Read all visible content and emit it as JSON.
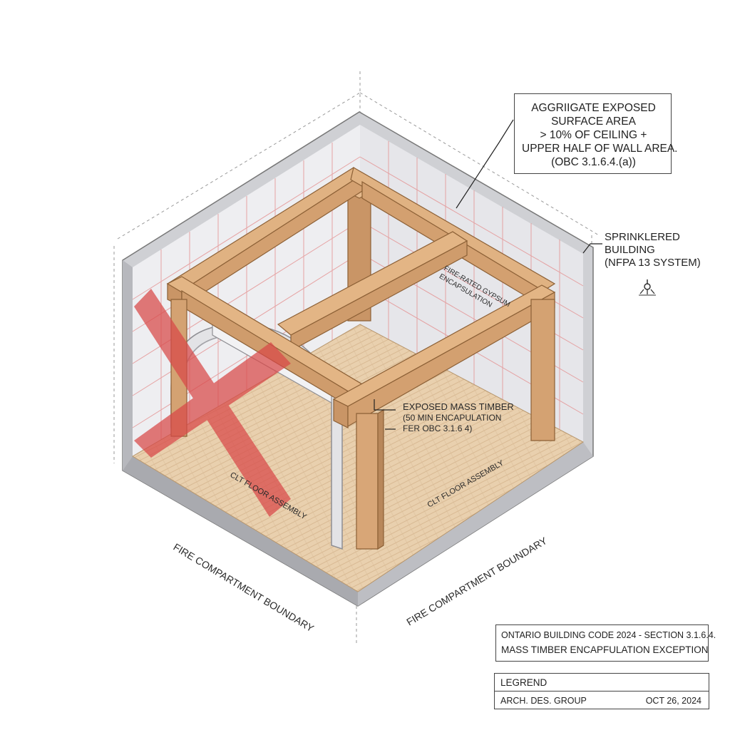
{
  "callout": {
    "lines": [
      "AGGRIIGATE EXPOSED",
      "SURFACE AREA",
      "> 10% OF CEILING +",
      "UPPER HALF OF WALL AREA.",
      "(OBC 3.1.6.4.(a))"
    ]
  },
  "sprinklered": {
    "lines": [
      "SPRINKLERED",
      "BUILDING",
      "(NFPA 13 SYSTEM)"
    ],
    "icon": "sprinkler-head-icon"
  },
  "annotations": {
    "back_beam_label": [
      "FIRE-RATED GYPSUM",
      "ENCAPSULATION"
    ],
    "exposed_timber": [
      "EXPOSED MASS TIMBER",
      "(50 MIN ENCAPULATION",
      "FER OBC 3.1.6 4)"
    ],
    "floor_left": "CLT FLOOR ASSEMBLY",
    "floor_right": "CLT FLOOR ASSEMBLY",
    "boundary_left": "FIRE COMPARTMENT BOUNDARY",
    "boundary_right": "FIRE COMPARTMENT BOUNDARY"
  },
  "title_block": {
    "line1": "ONTARIO BUILDING CODE 2024 - SECTION 3.1.6.4.",
    "line2": "MASS TIMBER ENCAPFULATION EXCEPTION"
  },
  "legend": {
    "header": "LEGREND",
    "firm": "ARCH. DES. GROUP",
    "date": "OCT 26, 2024"
  },
  "colors": {
    "timber": "#d9a877",
    "timber_dark": "#b07f4f",
    "floor": "#e8cfad",
    "wall": "#eeeef1",
    "gridline": "#e48a8a",
    "red_x": "#d94848"
  }
}
